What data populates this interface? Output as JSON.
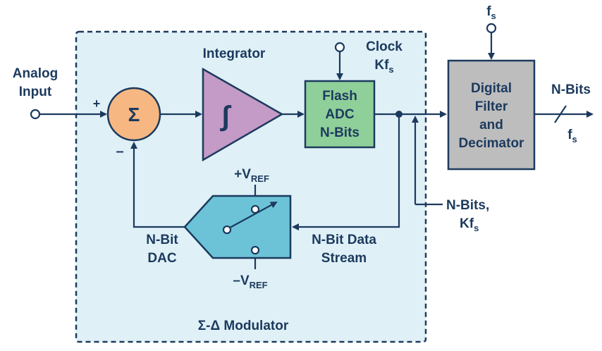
{
  "labels": {
    "analog_input_line1": "Analog",
    "analog_input_line2": "Input",
    "plus_sign": "+",
    "minus_sign": "–",
    "sigma": "Σ",
    "integrator": "Integrator",
    "integral_symbol": "∫",
    "clock_line1": "Clock",
    "clock_line2": "Kf",
    "clock_sub": "s",
    "flash_line1": "Flash",
    "flash_line2": "ADC",
    "flash_line3": "N-Bits",
    "fs_top": "f",
    "fs_top_sub": "s",
    "filter_line1": "Digital",
    "filter_line2": "Filter",
    "filter_line3": "and",
    "filter_line4": "Decimator",
    "nbits_out": "N-Bits",
    "fs_out": "f",
    "fs_out_sub": "s",
    "vref_plus": "+V",
    "vref_plus_sub": "REF",
    "vref_minus": "–V",
    "vref_minus_sub": "REF",
    "dac_line1": "N-Bit",
    "dac_line2": "DAC",
    "stream_line1": "N-Bit Data",
    "stream_line2": "Stream",
    "nbits_kfs_line1": "N-Bits,",
    "nbits_kfs_line2": "Kf",
    "nbits_kfs_sub": "s",
    "modulator": "Σ-Δ Modulator"
  },
  "colors": {
    "ink": "#1c3a5e",
    "modulator_fill": "#dff0f7",
    "modulator_border": "#1c3a5e",
    "summer_fill": "#f7b782",
    "integrator_fill": "#c49ac6",
    "adc_fill": "#8fcf9a",
    "filter_fill": "#bdbdbd",
    "dac_fill": "#6cc3d7",
    "arrow": "#1c3a5e"
  }
}
